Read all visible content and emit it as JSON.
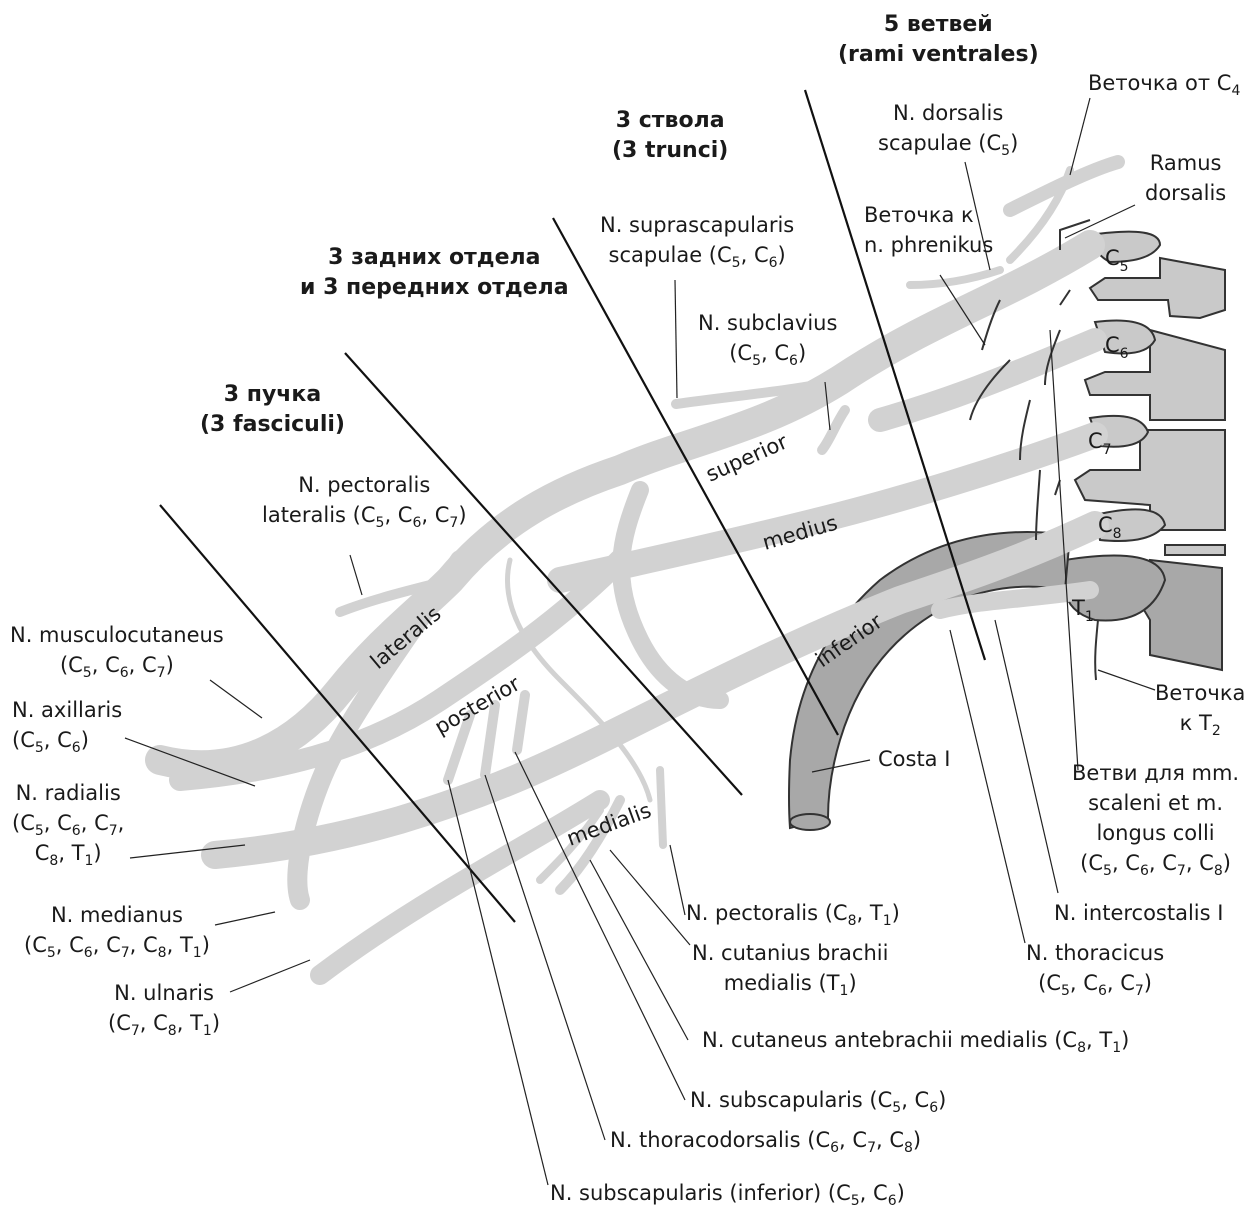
{
  "headings": {
    "rami": [
      "5 ветвей",
      "(rami ventrales)"
    ],
    "trunci": [
      "3 ствола",
      "(3 trunci)"
    ],
    "divisiones": [
      "3 задних отдела",
      "и 3 передних отдела"
    ],
    "fasciculi": [
      "3 пучка",
      "(3 fasciculi)"
    ]
  },
  "segments": [
    "C5",
    "C6",
    "C7",
    "C8",
    "T1"
  ],
  "trunk_labels": [
    "superior",
    "medius",
    "inferior"
  ],
  "cord_labels": [
    "lateralis",
    "posterior",
    "medialis"
  ],
  "labels": {
    "vetochka_c4": "Веточка от C<sub>4</sub>",
    "dorsalis_scapulae": [
      "N. dorsalis",
      "scapulae (C<sub>5</sub>)"
    ],
    "ramus_dorsalis": [
      "Ramus",
      "dorsalis"
    ],
    "vetochka_phrenicus": [
      "Веточка к",
      "n. phrenikus"
    ],
    "suprascapularis": [
      "N. suprascapularis",
      "scapulae (C<sub>5</sub>, C<sub>6</sub>)"
    ],
    "subclavius": [
      "N. subclavius",
      "(C<sub>5</sub>, C<sub>6</sub>)"
    ],
    "pectoralis_lateralis": [
      "N. pectoralis",
      "lateralis (C<sub>5</sub>, C<sub>6</sub>, C<sub>7</sub>)"
    ],
    "musculocutaneus": [
      "N. musculocutaneus",
      "(C<sub>5</sub>, C<sub>6</sub>, C<sub>7</sub>)"
    ],
    "axillaris": [
      "N. axillaris",
      "(C<sub>5</sub>, C<sub>6</sub>)"
    ],
    "radialis": [
      "N. radialis",
      "(C<sub>5</sub>, C<sub>6</sub>, C<sub>7</sub>,",
      "C<sub>8</sub>, T<sub>1</sub>)"
    ],
    "medianus": [
      "N. medianus",
      "(C<sub>5</sub>, C<sub>6</sub>, C<sub>7</sub>, C<sub>8</sub>, T<sub>1</sub>)"
    ],
    "ulnaris": [
      "N. ulnaris",
      "(C<sub>7</sub>, C<sub>8</sub>, T<sub>1</sub>)"
    ],
    "pectoralis_medialis": "N. pectoralis (C<sub>8</sub>, T<sub>1</sub>)",
    "cutanius_brachii": [
      "N. cutanius brachii",
      "medialis (T<sub>1</sub>)"
    ],
    "cutaneus_antebrachii": "N. cutaneus antebrachii medialis (C<sub>8</sub>, T<sub>1</sub>)",
    "subscapularis": "N. subscapularis (C<sub>5</sub>, C<sub>6</sub>)",
    "thoracodorsalis": "N. thoracodorsalis (C<sub>6</sub>, C<sub>7</sub>, C<sub>8</sub>)",
    "subscapularis_inferior": "N. subscapularis (inferior) (C<sub>5</sub>, C<sub>6</sub>)",
    "costa": "Costa I",
    "vetochka_t2": [
      "Веточка",
      "к T<sub>2</sub>"
    ],
    "scaleni": [
      "Ветви для mm.",
      "scaleni et m.",
      "longus colli",
      "(C<sub>5</sub>, C<sub>6</sub>, C<sub>7</sub>, C<sub>8</sub>)"
    ],
    "intercostalis": "N. intercostalis I",
    "thoracicus": [
      "N. thoracicus",
      "(C<sub>5</sub>, C<sub>6</sub>, C<sub>7</sub>)"
    ]
  }
}
